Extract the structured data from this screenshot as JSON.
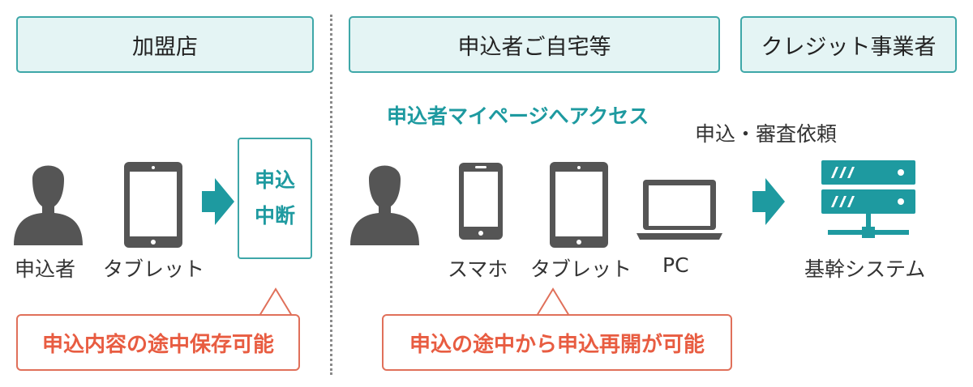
{
  "headers": {
    "store": "加盟店",
    "home": "申込者ご自宅等",
    "credit": "クレジット事業者"
  },
  "store_section": {
    "applicant_label": "申込者",
    "tablet_label": "タブレット",
    "stop_line1": "申込",
    "stop_line2": "中断",
    "callout": "申込内容の途中保存可能"
  },
  "home_section": {
    "access_label": "申込者マイページへアクセス",
    "smartphone_label": "スマホ",
    "tablet_label": "タブレット",
    "pc_label": "PC",
    "callout": "申込の途中から申込再開が可能"
  },
  "credit_section": {
    "request_label": "申込・審査依頼",
    "system_label": "基幹システム"
  },
  "colors": {
    "accent": "#1e9aa0",
    "header_bg": "#e4f4f4",
    "callout": "#e85c41",
    "icon_gray": "#555555"
  },
  "icons": [
    "person-icon",
    "tablet-icon",
    "smartphone-icon",
    "laptop-icon",
    "arrow-right-icon",
    "server-icon"
  ]
}
